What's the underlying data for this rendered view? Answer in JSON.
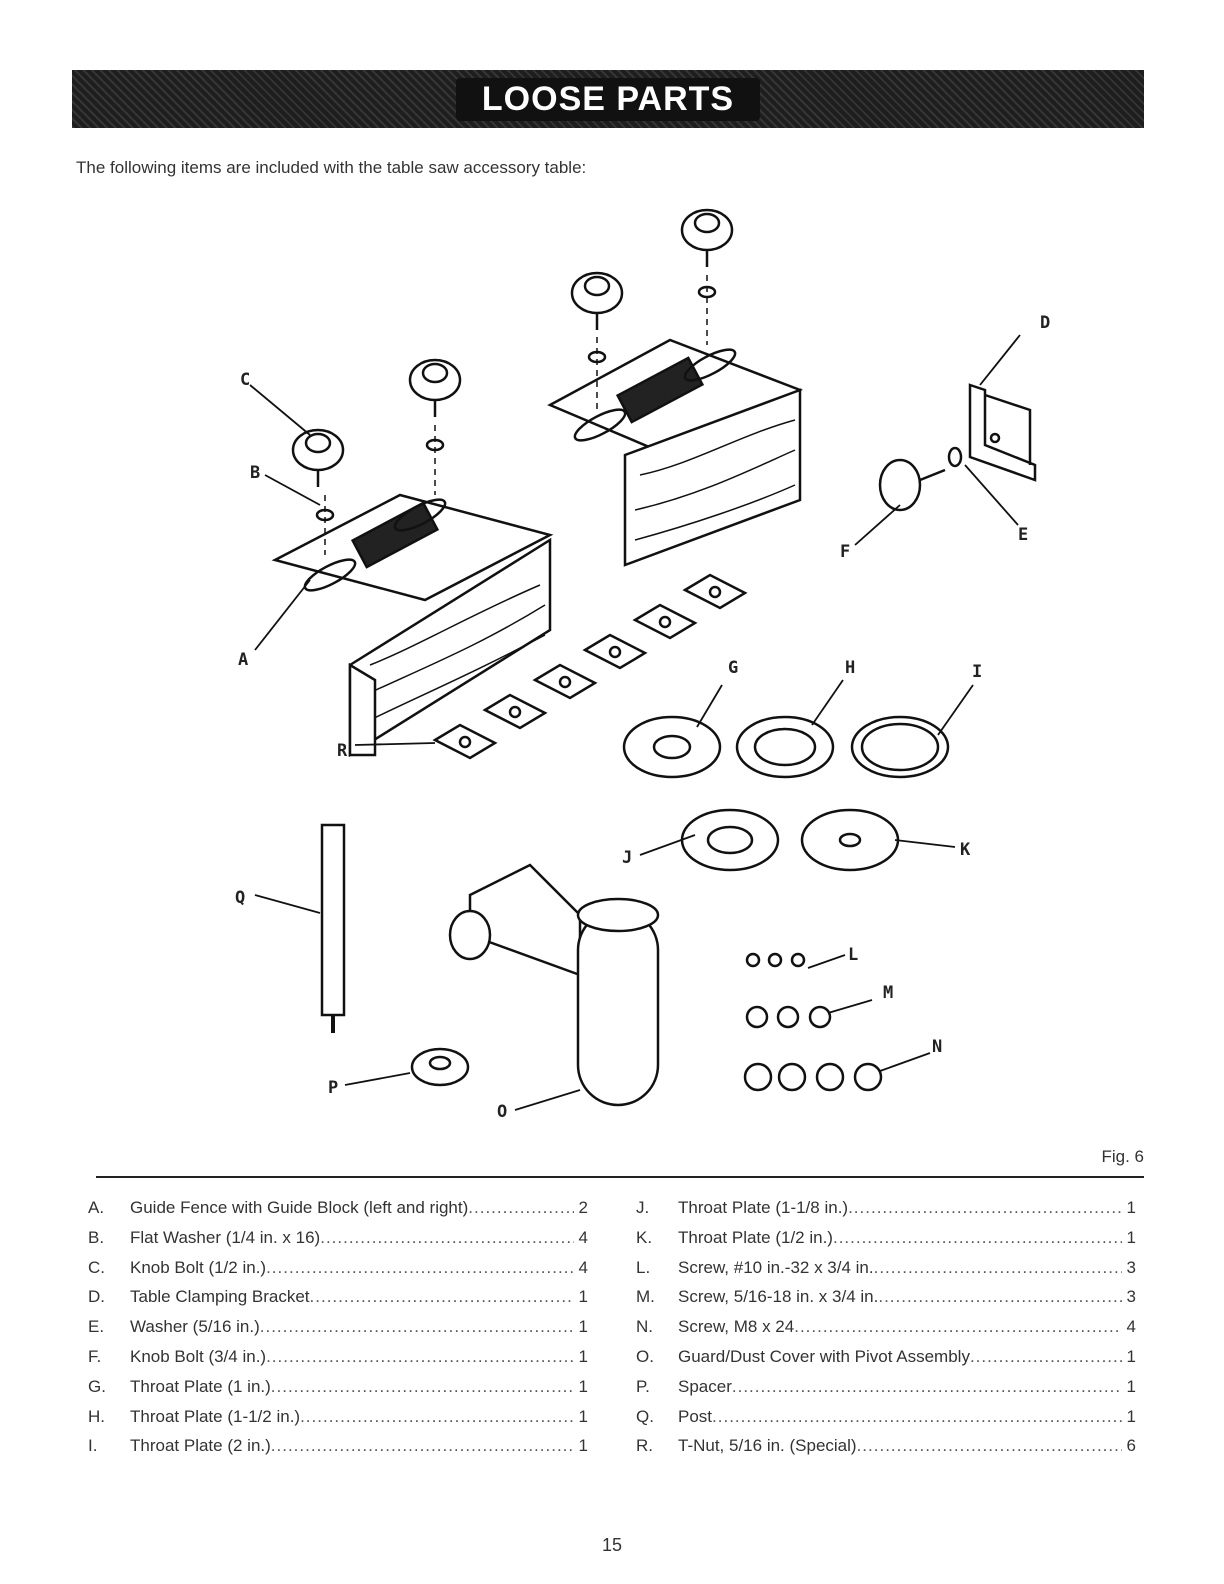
{
  "header": {
    "title": "LOOSE PARTS"
  },
  "intro": "The following items are included with the table saw accessory table:",
  "figure": {
    "caption": "Fig. 6",
    "callouts": [
      "A",
      "B",
      "C",
      "D",
      "E",
      "F",
      "G",
      "H",
      "I",
      "J",
      "K",
      "L",
      "M",
      "N",
      "O",
      "P",
      "Q",
      "R"
    ]
  },
  "parts_left": [
    {
      "letter": "A.",
      "name": "Guide Fence with Guide Block (left and right)",
      "qty": "2"
    },
    {
      "letter": "B.",
      "name": "Flat Washer (1/4 in. x 16)",
      "qty": "4"
    },
    {
      "letter": "C.",
      "name": "Knob Bolt (1/2 in.)",
      "qty": "4"
    },
    {
      "letter": "D.",
      "name": "Table Clamping Bracket",
      "qty": "1"
    },
    {
      "letter": "E.",
      "name": "Washer (5/16 in.)",
      "qty": "1"
    },
    {
      "letter": "F.",
      "name": "Knob Bolt (3/4 in.)",
      "qty": "1"
    },
    {
      "letter": "G.",
      "name": "Throat Plate (1 in.)",
      "qty": "1"
    },
    {
      "letter": "H.",
      "name": "Throat Plate (1-1/2 in.)",
      "qty": "1"
    },
    {
      "letter": "I.",
      "name": "Throat Plate (2 in.)",
      "qty": "1"
    }
  ],
  "parts_right": [
    {
      "letter": "J.",
      "name": "Throat Plate (1-1/8 in.)",
      "qty": "1"
    },
    {
      "letter": "K.",
      "name": "Throat Plate (1/2 in.)",
      "qty": "1"
    },
    {
      "letter": "L.",
      "name": "Screw, #10 in.-32 x 3/4 in.",
      "qty": "3"
    },
    {
      "letter": "M.",
      "name": "Screw, 5/16-18 in. x 3/4 in.",
      "qty": "3"
    },
    {
      "letter": "N.",
      "name": "Screw, M8 x 24",
      "qty": "4"
    },
    {
      "letter": "O.",
      "name": "Guard/Dust Cover with Pivot Assembly",
      "qty": "1"
    },
    {
      "letter": "P.",
      "name": "Spacer",
      "qty": "1"
    },
    {
      "letter": "Q.",
      "name": "Post",
      "qty": "1"
    },
    {
      "letter": "R.",
      "name": "T-Nut, 5/16 in. (Special)",
      "qty": "6"
    }
  ],
  "page_number": "15"
}
